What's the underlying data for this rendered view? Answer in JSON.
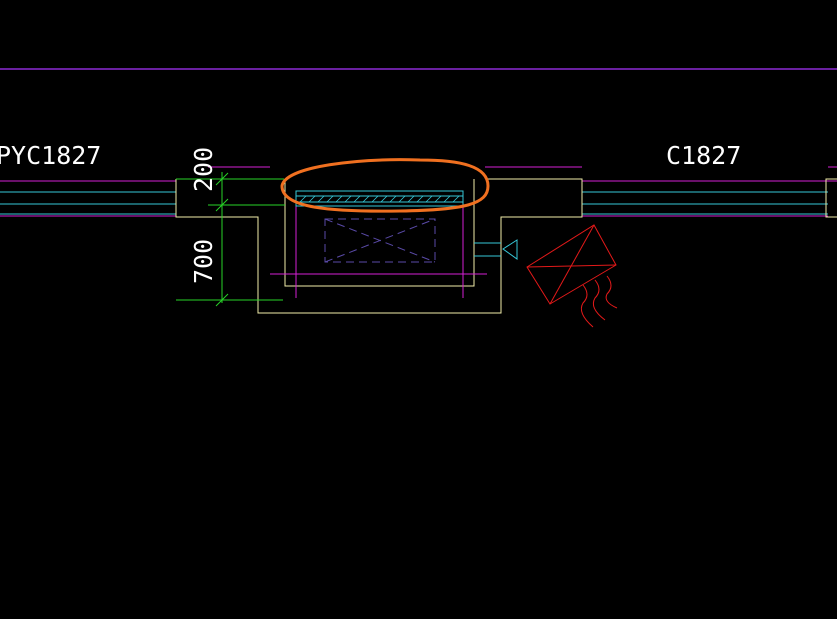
{
  "labels": {
    "window_left": "PYC1827",
    "window_right": "C1827",
    "dim_upper": "200",
    "dim_lower": "700"
  },
  "colors": {
    "background": "#000000",
    "purple_line": "#8e2bd6",
    "magenta": "#d51fd5",
    "cyan": "#36c8d8",
    "yellow": "#f2eeaa",
    "green": "#27d327",
    "white_text": "#ffffff",
    "dash_purple": "#5a4aa8",
    "red_symbol": "#e31919",
    "orange_highlight": "#f07020"
  },
  "icons": {
    "symbol_right": "fire-damper-icon",
    "symbol_small": "triangle-arrow-icon"
  }
}
